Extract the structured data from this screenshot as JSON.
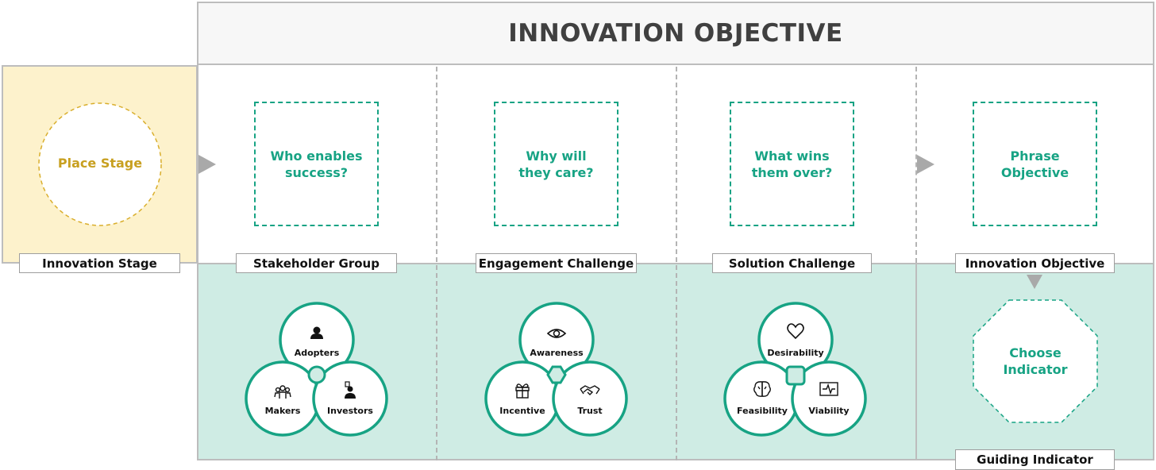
{
  "header": {
    "title": "INNOVATION OBJECTIVE"
  },
  "stage": {
    "circle_label": "Place Stage",
    "label": "Innovation Stage"
  },
  "columns": [
    {
      "question": "Who enables\nsuccess?",
      "label": "Stakeholder Group"
    },
    {
      "question": "Why will\nthey care?",
      "label": "Engagement Challenge"
    },
    {
      "question": "What wins\nthem over?",
      "label": "Solution Challenge"
    },
    {
      "question": "Phrase\nObjective",
      "label": "Innovation Objective"
    }
  ],
  "venns": [
    {
      "top": "Adopters",
      "left": "Makers",
      "right": "Investors",
      "top_icon": "user-icon",
      "left_icon": "team-icon",
      "right_icon": "investor-icon"
    },
    {
      "top": "Awareness",
      "left": "Incentive",
      "right": "Trust",
      "top_icon": "eye-icon",
      "left_icon": "gift-icon",
      "right_icon": "handshake-icon"
    },
    {
      "top": "Desirability",
      "left": "Feasibility",
      "right": "Viability",
      "top_icon": "heart-icon",
      "left_icon": "brain-icon",
      "right_icon": "pulse-icon"
    }
  ],
  "indicator": {
    "label": "Choose\nIndicator",
    "bottom_label": "Guiding Indicator"
  },
  "colors": {
    "teal": "#17a384",
    "teal_bg": "#cfece4",
    "gold": "#c8a020",
    "yellow_bg": "#fdf2cc",
    "gray": "#bdbdbd"
  }
}
